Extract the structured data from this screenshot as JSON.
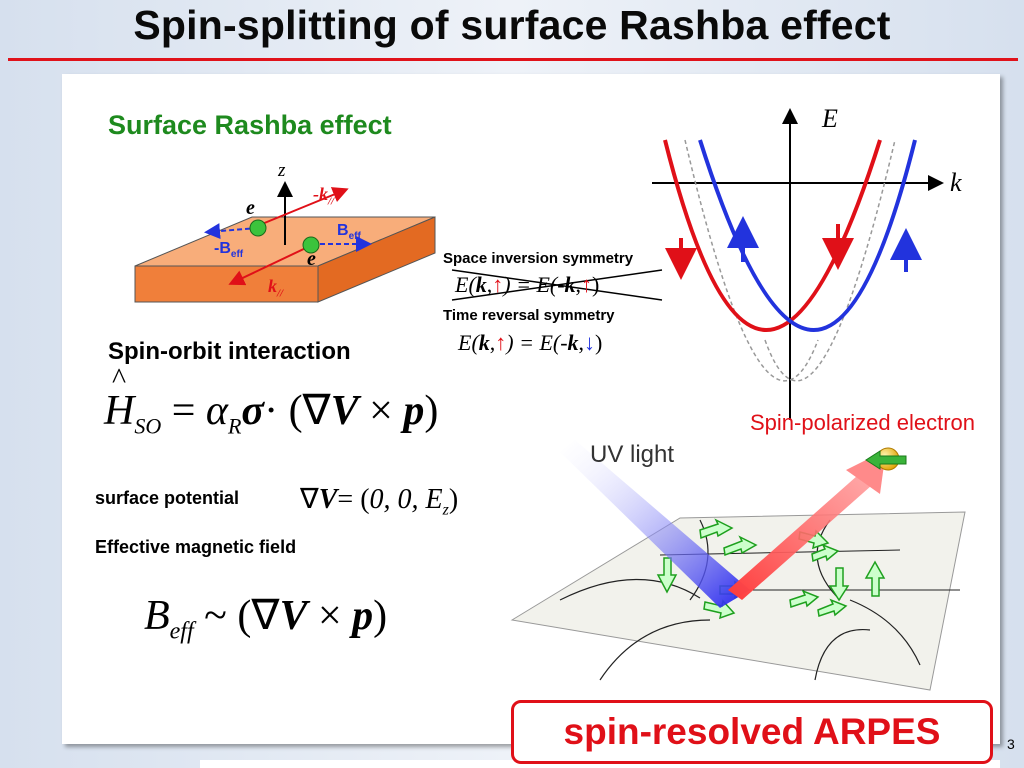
{
  "slide": {
    "title": "Spin-splitting of surface Rashba effect",
    "page_number": "3"
  },
  "left": {
    "heading": "Surface Rashba effect",
    "diagram": {
      "z_label": "z",
      "e_label_top": "e",
      "e_label_bottom": "e",
      "minus_k_label": "-k",
      "minus_k_sub": "//",
      "k_label": "k",
      "k_sub": "//",
      "beff_label": "B",
      "beff_sub": "eff",
      "minus_beff_label": "-B",
      "minus_beff_sub": "eff"
    },
    "spin_orbit_heading": "Spin-orbit interaction",
    "hso": {
      "H": "H",
      "sub": "SO",
      "eq": "= ",
      "alpha": "α",
      "alpha_sub": "R",
      "sigma": "σ",
      "dot": "·",
      "rest_open": "(∇",
      "V": "V",
      "times": " × ",
      "p": "p",
      "close": ")"
    },
    "surface_potential_label": "surface potential",
    "potential": {
      "nabla": "∇",
      "V": "V",
      "eq": "= (",
      "body": "0, 0, E",
      "sub": "z",
      "close": ")"
    },
    "effective_field_label": "Effective magnetic field",
    "beff": {
      "B": "B",
      "sub": "eff",
      "rest": " ~ (∇",
      "V": "V",
      "times": " × ",
      "p": "p",
      "close": ")"
    }
  },
  "symmetry": {
    "space_inversion_label": "Space inversion symmetry",
    "space_inversion_eq": {
      "lhs": "E(",
      "k": "k",
      "comma": ",",
      "arrow": "↑",
      "mid": ") = E(-",
      "k2": "k",
      "comma2": ",",
      "arrow2": "↑",
      "end": ")"
    },
    "time_reversal_label": "Time reversal symmetry",
    "time_reversal_eq": {
      "lhs": "E(",
      "k": "k",
      "comma": ",",
      "arrow": "↑",
      "mid": ") = E(-",
      "k2": "k",
      "comma2": ",",
      "arrow2": "↓",
      "end": ")"
    }
  },
  "band": {
    "E_label": "E",
    "k_label": "k"
  },
  "arpes": {
    "spin_polarized_label": "Spin-polarized electron",
    "uv_label": "UV light",
    "box_label": "spin-resolved ARPES"
  },
  "colors": {
    "title_rule": "#e0121a",
    "heading_green": "#1e8a1e",
    "spin_up_red": "#e01018",
    "spin_down_blue": "#2233dd",
    "slab_orange": "#f59a5a"
  }
}
